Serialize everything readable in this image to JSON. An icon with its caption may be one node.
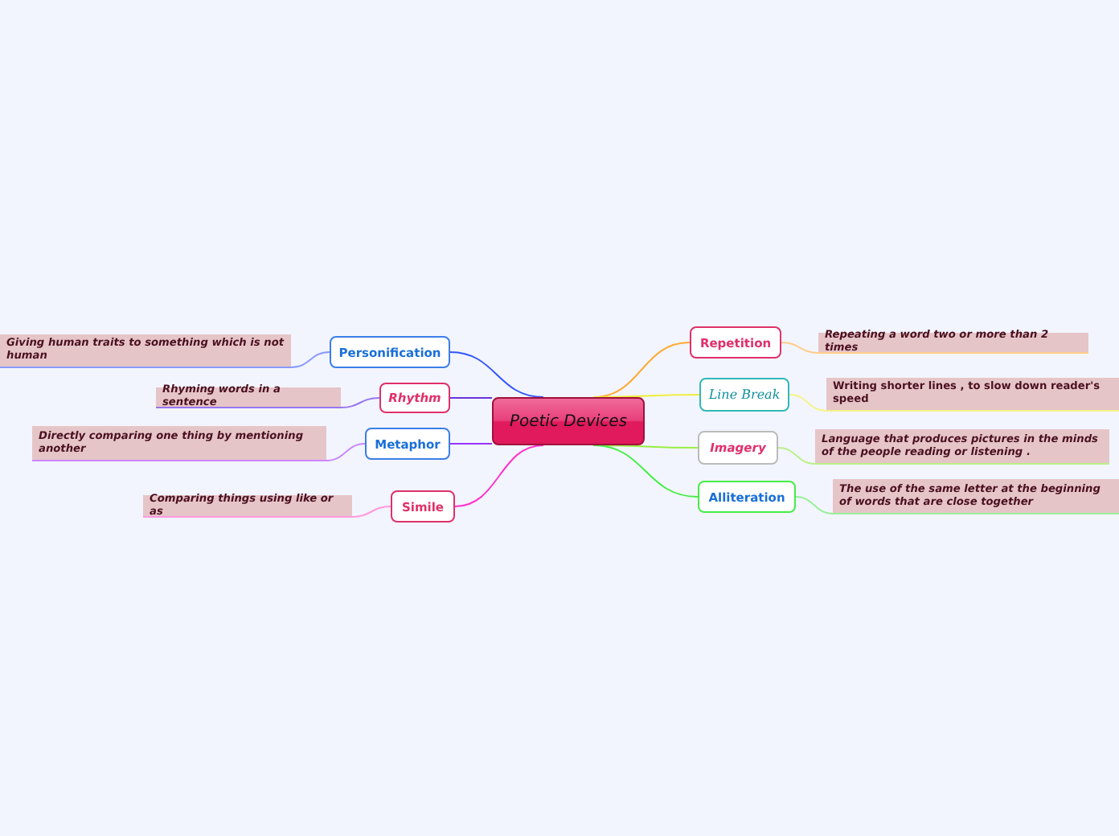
{
  "diagram": {
    "nodes": [
      {
        "text": [
          "Poetic Devices"
        ]
      },
      {
        "text": [
          "Personification"
        ]
      },
      {
        "text": [
          "Giving human traits to something which is not human"
        ]
      },
      {
        "text": [
          "Rhythm"
        ]
      },
      {
        "text": [
          "Rhyming words in a sentence"
        ]
      },
      {
        "text": [
          "Metaphor"
        ]
      },
      {
        "text": [
          "Directly comparing one thing by mentioning another"
        ]
      },
      {
        "text": [
          "Simile"
        ]
      },
      {
        "text": [
          "Comparing things using like or as"
        ]
      },
      {
        "text": [
          "Repetition"
        ]
      },
      {
        "text": [
          "Repeating a word two or more than 2 times"
        ]
      },
      {
        "text": [
          "Line Break"
        ]
      },
      {
        "text": [
          "Writing shorter lines  , to slow down reader's speed"
        ]
      },
      {
        "text": [
          "Imagery"
        ]
      },
      {
        "text": [
          "Language that produces pictures in the minds of the people reading or listening ."
        ]
      },
      {
        "text": [
          "Alliteration"
        ]
      },
      {
        "text": [
          "The use of the same letter at the beginning of words that are close together"
        ]
      }
    ],
    "edges": [
      {
        "from": 0,
        "to": 1,
        "arrow": "none",
        "color": "#3355ff"
      },
      {
        "from": 1,
        "to": 2,
        "arrow": "none",
        "color": "#8899ff"
      },
      {
        "from": 0,
        "to": 3,
        "arrow": "none",
        "color": "#6633dd"
      },
      {
        "from": 3,
        "to": 4,
        "arrow": "none",
        "color": "#9977ee"
      },
      {
        "from": 0,
        "to": 5,
        "arrow": "none",
        "color": "#9933ff"
      },
      {
        "from": 5,
        "to": 6,
        "arrow": "none",
        "color": "#cc88ff"
      },
      {
        "from": 0,
        "to": 7,
        "arrow": "none",
        "color": "#ff33cc"
      },
      {
        "from": 7,
        "to": 8,
        "arrow": "none",
        "color": "#ff99dd"
      },
      {
        "from": 0,
        "to": 9,
        "arrow": "none",
        "color": "#ffaa33"
      },
      {
        "from": 9,
        "to": 10,
        "arrow": "none",
        "color": "#ffcc88"
      },
      {
        "from": 0,
        "to": 11,
        "arrow": "none",
        "color": "#eeee33"
      },
      {
        "from": 11,
        "to": 12,
        "arrow": "none",
        "color": "#f4f488"
      },
      {
        "from": 0,
        "to": 13,
        "arrow": "none",
        "color": "#99ee44"
      },
      {
        "from": 13,
        "to": 14,
        "arrow": "none",
        "color": "#bbf088"
      },
      {
        "from": 0,
        "to": 15,
        "arrow": "none",
        "color": "#44ee44"
      },
      {
        "from": 15,
        "to": 16,
        "arrow": "none",
        "color": "#99f099"
      }
    ]
  }
}
